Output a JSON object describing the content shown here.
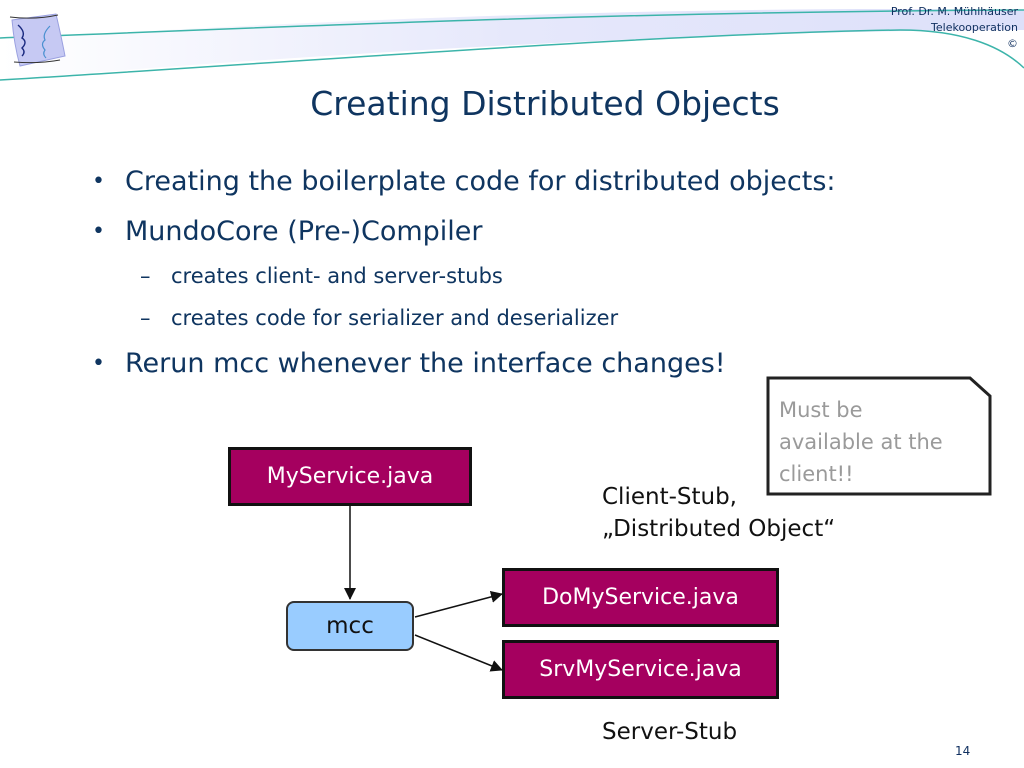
{
  "header": {
    "author_lines": [
      "Prof. Dr. M. Mühlhäuser",
      "Telekooperation",
      "©"
    ],
    "logo_icon": "two-faces-logo-icon"
  },
  "slide": {
    "title": "Creating Distributed Objects",
    "bullets": [
      {
        "level": 1,
        "text": "Creating the boilerplate code for distributed objects:"
      },
      {
        "level": 1,
        "text": "MundoCore (Pre-)Compiler"
      },
      {
        "level": 2,
        "text": "creates client- and server-stubs"
      },
      {
        "level": 2,
        "text": "creates code for serializer and deserializer"
      },
      {
        "level": 1,
        "text": "Rerun mcc whenever the interface changes!"
      }
    ],
    "bullet_symbol": "•",
    "dash_symbol": "–",
    "page_number": "14"
  },
  "diagram": {
    "nodes": {
      "source": "MyService.java",
      "compiler": "mcc",
      "client_stub": "DoMyService.java",
      "server_stub": "SrvMyService.java"
    },
    "labels": {
      "client_stub_line1": "Client-Stub,",
      "client_stub_line2": "„Distributed Object“",
      "server_stub": "Server-Stub"
    },
    "note_lines": [
      "Must be",
      "available at the",
      "client!!"
    ],
    "edges": [
      {
        "from": "source",
        "to": "compiler"
      },
      {
        "from": "compiler",
        "to": "client_stub"
      },
      {
        "from": "compiler",
        "to": "server_stub"
      }
    ]
  },
  "colors": {
    "title": "#0f3560",
    "file_box": "#a5005f",
    "compiler_box": "#99ccff",
    "note_text": "#9a9a9a",
    "header_swoosh": "#3cb4aa"
  }
}
